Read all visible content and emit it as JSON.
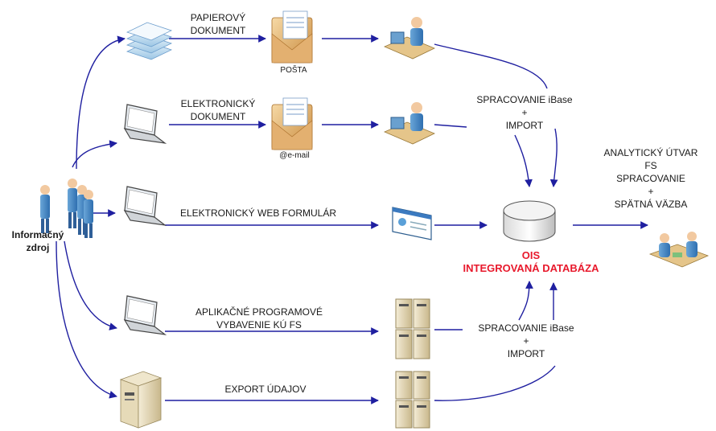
{
  "diagram": {
    "source": {
      "label_line1": "Informačný",
      "label_line2": "zdroj"
    },
    "rows": {
      "paper": {
        "label_line1": "PAPIEROVÝ",
        "label_line2": "DOKUMENT",
        "channel": "POŠTA"
      },
      "electronic": {
        "label_line1": "ELEKTRONICKÝ",
        "label_line2": "DOKUMENT",
        "channel": "@e-mail"
      },
      "web": {
        "label": "ELEKTRONICKÝ WEB FORMULÁR"
      },
      "app": {
        "label_line1": "APLIKAČNÉ PROGRAMOVÉ",
        "label_line2": "VYBAVENIE KÚ FS"
      },
      "export": {
        "label": "EXPORT ÚDAJOV"
      }
    },
    "processing_top": {
      "line1": "SPRACOVANIE iBase",
      "line2": "+",
      "line3": "IMPORT"
    },
    "processing_bottom": {
      "line1": "SPRACOVANIE iBase",
      "line2": "+",
      "line3": "IMPORT"
    },
    "database": {
      "line1": "OIS",
      "line2": "INTEGROVANÁ DATABÁZA"
    },
    "analytics": {
      "line1": "ANALYTICKÝ ÚTVAR",
      "line2": "FS",
      "line3": "SPRACOVANIE",
      "line4": "+",
      "line5": "SPÄTNÁ VÄZBA"
    }
  },
  "colors": {
    "arrow": "#1f1fa0",
    "db_label": "#e8192c",
    "text": "#1a1a1a"
  }
}
